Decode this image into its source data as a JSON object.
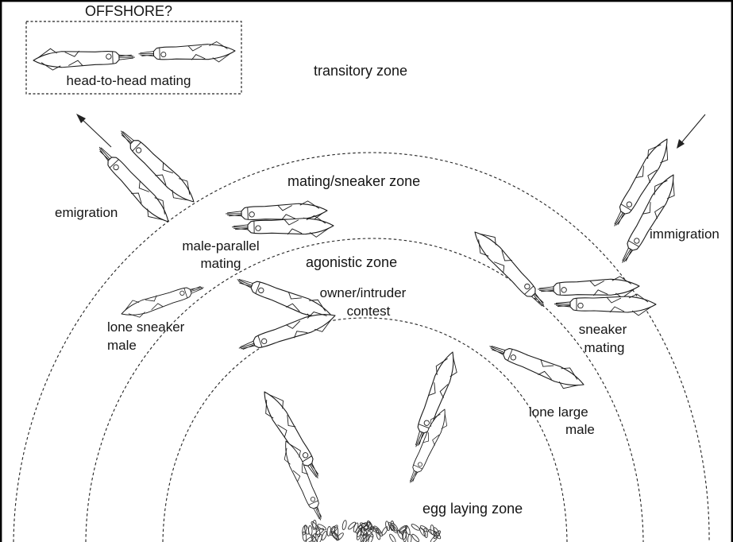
{
  "inset": {
    "title": "OFFSHORE?",
    "caption": "head-to-head mating"
  },
  "zones": {
    "transitory": "transitory zone",
    "mating_sneaker": "mating/sneaker zone",
    "agonistic": "agonistic zone",
    "egg_laying": "egg laying zone"
  },
  "behaviors": {
    "emigration": "emigration",
    "immigration": "immigration",
    "male_parallel": [
      "male-parallel",
      "mating"
    ],
    "owner_intruder": [
      "owner/intruder",
      "contest"
    ],
    "lone_sneaker": [
      "lone sneaker",
      "male"
    ],
    "sneaker_mating": [
      "sneaker",
      "mating"
    ],
    "lone_large": [
      "lone large",
      "male"
    ]
  }
}
